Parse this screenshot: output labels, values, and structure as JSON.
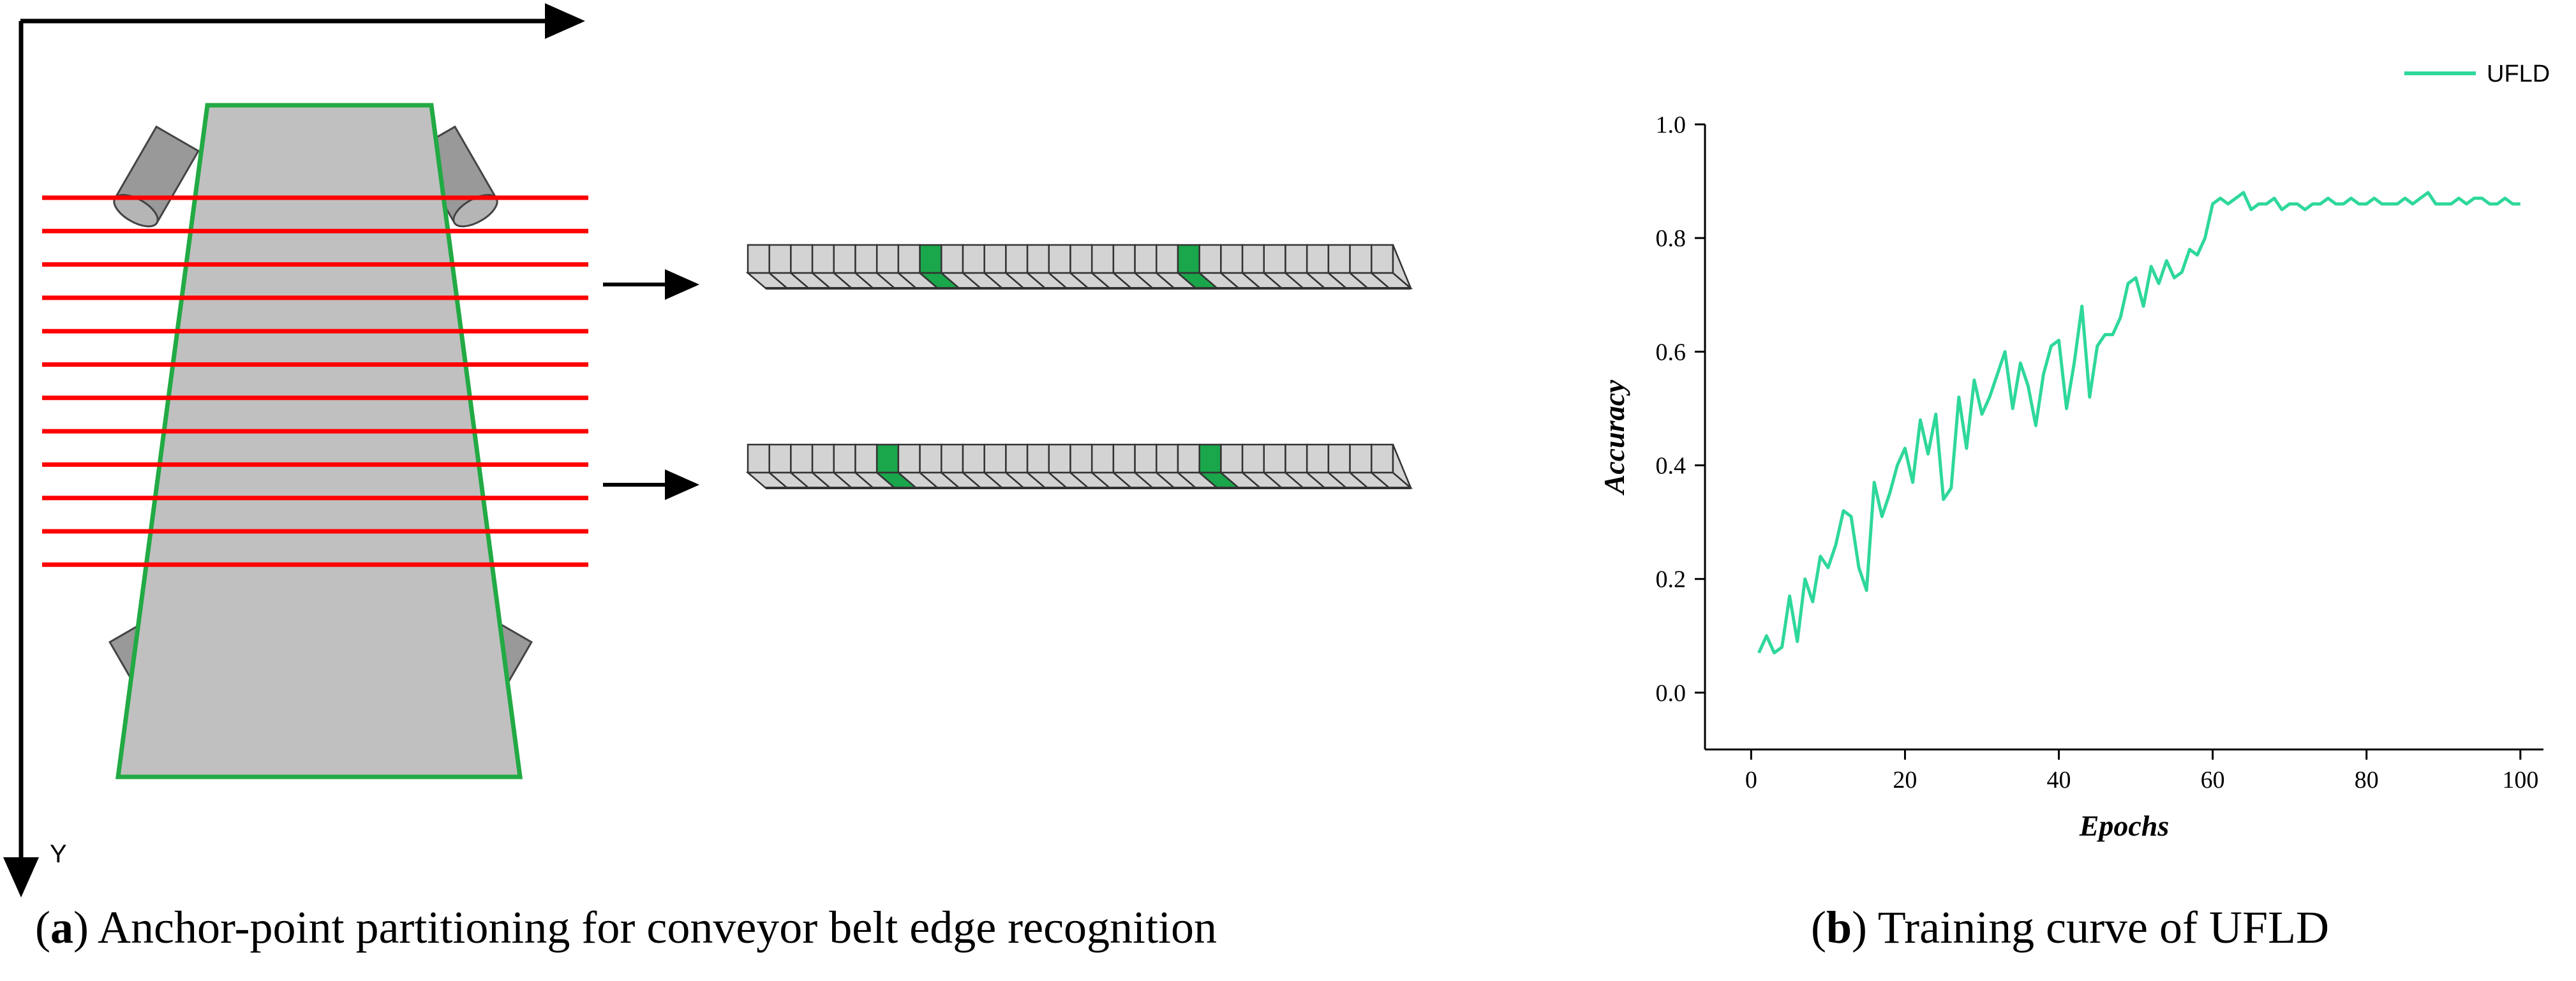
{
  "panel_a": {
    "axis_label_y": "Y",
    "caption_letter": "a",
    "caption_text": "Anchor-point partitioning for conveyor belt edge recognition",
    "colors": {
      "belt_fill": "#c0c0c0",
      "belt_outline": "#22aa44",
      "row_lines": "#ff0000",
      "highlight_cell": "#1aa64a",
      "cell_fill": "#d3d3d3"
    }
  },
  "panel_b": {
    "caption_letter": "b",
    "caption_text": "Training curve of UFLD"
  },
  "chart_data": {
    "type": "line",
    "xlabel": "Epochs",
    "ylabel": "Accuracy",
    "xlim": [
      -6,
      103
    ],
    "ylim": [
      -0.1,
      1.0
    ],
    "xticks": [
      "0",
      "20",
      "40",
      "60",
      "80",
      "100"
    ],
    "yticks": [
      "0.0",
      "0.2",
      "0.4",
      "0.6",
      "0.8",
      "1.0"
    ],
    "legend": "top-right",
    "grid": false,
    "series": [
      {
        "name": "UFLD",
        "color": "#2ed89a",
        "x": [
          1,
          2,
          3,
          4,
          5,
          6,
          7,
          8,
          9,
          10,
          11,
          12,
          13,
          14,
          15,
          16,
          17,
          18,
          19,
          20,
          21,
          22,
          23,
          24,
          25,
          26,
          27,
          28,
          29,
          30,
          31,
          32,
          33,
          34,
          35,
          36,
          37,
          38,
          39,
          40,
          41,
          42,
          43,
          44,
          45,
          46,
          47,
          48,
          49,
          50,
          51,
          52,
          53,
          54,
          55,
          56,
          57,
          58,
          59,
          60,
          61,
          62,
          63,
          64,
          65,
          66,
          67,
          68,
          69,
          70,
          71,
          72,
          73,
          74,
          75,
          76,
          77,
          78,
          79,
          80,
          81,
          82,
          83,
          84,
          85,
          86,
          87,
          88,
          89,
          90,
          91,
          92,
          93,
          94,
          95,
          96,
          97,
          98,
          99,
          100
        ],
        "values": [
          0.07,
          0.1,
          0.07,
          0.08,
          0.17,
          0.09,
          0.2,
          0.16,
          0.24,
          0.22,
          0.26,
          0.32,
          0.31,
          0.22,
          0.18,
          0.37,
          0.31,
          0.35,
          0.4,
          0.43,
          0.37,
          0.48,
          0.42,
          0.49,
          0.34,
          0.36,
          0.52,
          0.43,
          0.55,
          0.49,
          0.52,
          0.56,
          0.6,
          0.5,
          0.58,
          0.54,
          0.47,
          0.56,
          0.61,
          0.62,
          0.5,
          0.58,
          0.68,
          0.52,
          0.61,
          0.63,
          0.63,
          0.66,
          0.72,
          0.73,
          0.68,
          0.75,
          0.72,
          0.76,
          0.73,
          0.74,
          0.78,
          0.77,
          0.8,
          0.86,
          0.87,
          0.86,
          0.87,
          0.88,
          0.85,
          0.86,
          0.86,
          0.87,
          0.85,
          0.86,
          0.86,
          0.85,
          0.86,
          0.86,
          0.87,
          0.86,
          0.86,
          0.87,
          0.86,
          0.86,
          0.87,
          0.86,
          0.86,
          0.86,
          0.87,
          0.86,
          0.87,
          0.88,
          0.86,
          0.86,
          0.86,
          0.87,
          0.86,
          0.87,
          0.87,
          0.86,
          0.86,
          0.87,
          0.86,
          0.86
        ]
      }
    ]
  }
}
